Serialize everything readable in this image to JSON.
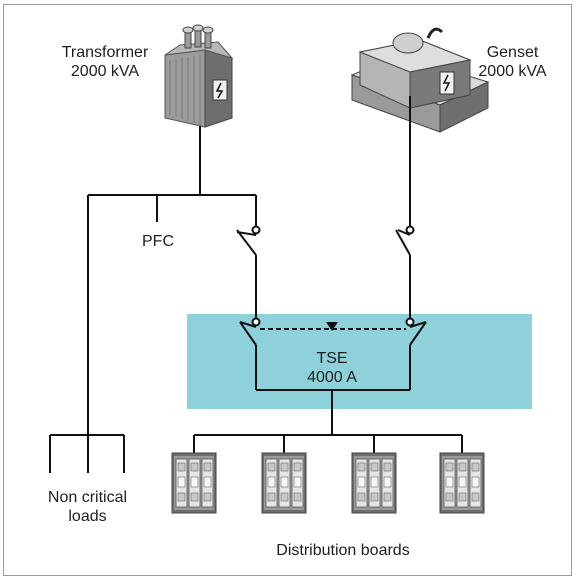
{
  "transformer": {
    "name": "Transformer",
    "rating": "2000 kVA",
    "icon": "transformer-icon"
  },
  "genset": {
    "name": "Genset",
    "rating": "2000 kVA",
    "icon": "generator-icon"
  },
  "pfc": {
    "label": "PFC"
  },
  "tse": {
    "name": "TSE",
    "rating": "4000 A",
    "color": "#8fd1db"
  },
  "non_critical": {
    "line1": "Non critical",
    "line2": "loads"
  },
  "distribution": {
    "label": "Distribution boards",
    "count": 4,
    "icon": "distribution-board-icon"
  },
  "colors": {
    "frame": "#9a9a9a",
    "line": "#111111",
    "tse_panel": "#8fd1db"
  }
}
